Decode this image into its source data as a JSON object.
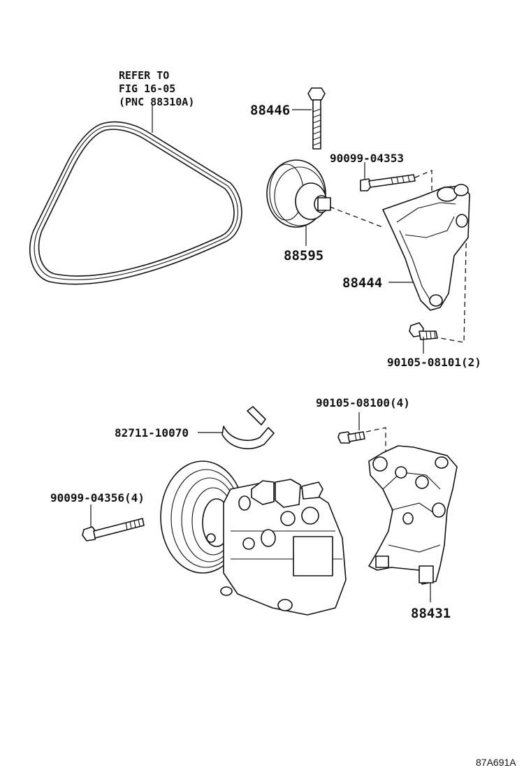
{
  "belt_reference": {
    "line1": "REFER TO",
    "line2": "FIG 16-05",
    "line3": "(PNC 88310A)"
  },
  "parts": {
    "bolt_88446": "88446",
    "bolt_90099_04353": "90099-04353",
    "pulley_88595": "88595",
    "bracket_88444": "88444",
    "bolt_90105_08101": "90105-08101(2)",
    "bolt_90105_08100": "90105-08100(4)",
    "clamp_82711_10070": "82711-10070",
    "bolt_90099_04356": "90099-04356(4)",
    "bracket_88431": "88431"
  },
  "figure_code": "87A691A"
}
